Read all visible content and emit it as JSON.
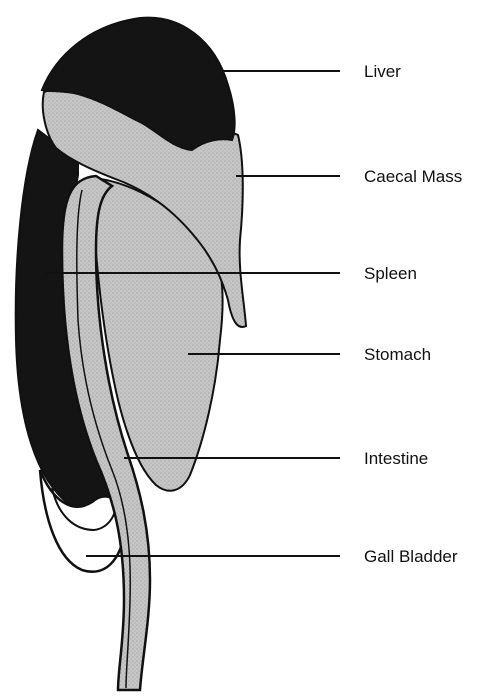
{
  "diagram": {
    "labels": [
      {
        "id": "liver",
        "text": "Liver"
      },
      {
        "id": "caecal-mass",
        "text": "Caecal Mass"
      },
      {
        "id": "spleen",
        "text": "Spleen"
      },
      {
        "id": "stomach",
        "text": "Stomach"
      },
      {
        "id": "intestine",
        "text": "Intestine"
      },
      {
        "id": "gall-bladder",
        "text": "Gall Bladder"
      }
    ],
    "colors": {
      "dark": "#141414",
      "light_grey": "#c4c4c4",
      "outline": "#111111",
      "background": "#ffffff"
    }
  }
}
